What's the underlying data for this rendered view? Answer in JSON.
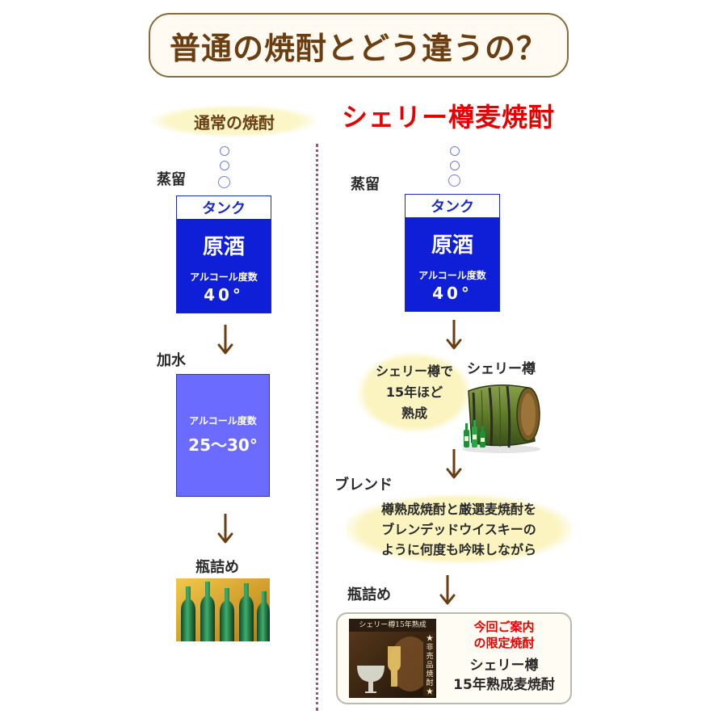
{
  "title": "普通の焼酎とどう違うの？",
  "left": {
    "heading": "通常の焼酎",
    "step_distill": "蒸留",
    "tank": {
      "label": "タンク",
      "name": "原酒",
      "alc_label": "アルコール度数",
      "alc_value": "40°"
    },
    "step_water": "加水",
    "dilute": {
      "alc_label": "アルコール度数",
      "alc_value": "25～30°"
    },
    "step_bottle": "瓶詰め"
  },
  "right": {
    "heading": "シェリー樽麦焼酎",
    "step_distill": "蒸留",
    "tank": {
      "label": "タンク",
      "name": "原酒",
      "alc_label": "アルコール度数",
      "alc_value": "40°"
    },
    "aging_lines": [
      "シェリー樽で",
      "15年ほど",
      "熟成"
    ],
    "cask_label": "シェリー樽",
    "step_blend": "ブレンド",
    "blend_lines": [
      "樽熟成焼酎と厳選麦焼酎を",
      "ブレンデッドウイスキーの",
      "ように何度も吟味しながら"
    ],
    "step_bottle": "瓶詰め",
    "product": {
      "banner": "シェリー樽15年熟成",
      "side_text": "★非売品焼酎★",
      "red_lines": [
        "今回ご案内",
        "の限定焼酎"
      ],
      "black_lines": [
        "シェリー樽",
        "15年熟成麦焼酎"
      ]
    }
  },
  "colors": {
    "title_text": "#6b3e12",
    "accent_red": "#e60000",
    "tank_blue": "#0f1fd8",
    "dilute_blue": "#6b6bff",
    "arrow_brown": "#6b3e12"
  }
}
